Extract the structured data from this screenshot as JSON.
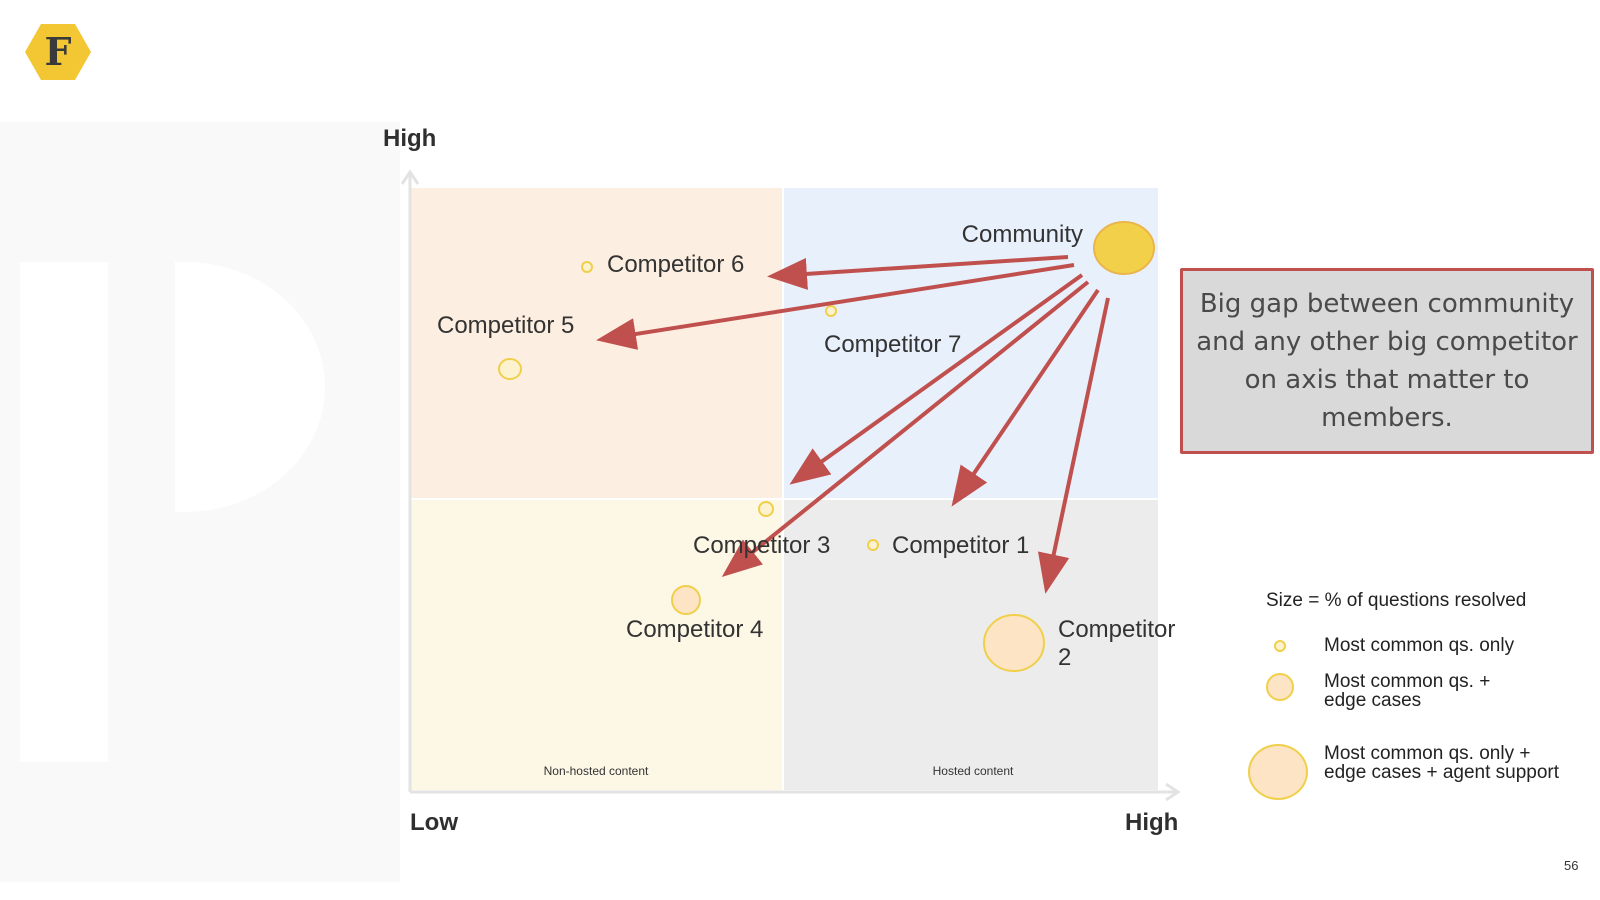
{
  "logo": {
    "letter": "F",
    "color": "#f3c734"
  },
  "axes": {
    "y_high": "High",
    "x_low": "Low",
    "x_high": "High"
  },
  "quadrants": {
    "bottom_left_label": "Non-hosted content",
    "bottom_right_label": "Hosted content",
    "colors": {
      "top_left": "#fcefe1",
      "top_right": "#e8f0fc",
      "bottom_left": "#fdf7e6",
      "bottom_right": "#ececec"
    }
  },
  "nodes": {
    "community": "Community",
    "competitor_1": "Competitor 1",
    "competitor_2_line1": "Competitor",
    "competitor_2_line2": "2",
    "competitor_3": "Competitor 3",
    "competitor_4": "Competitor 4",
    "competitor_5": "Competitor 5",
    "competitor_6": "Competitor 6",
    "competitor_7": "Competitor 7"
  },
  "arrow_color": "#c0504d",
  "callout": {
    "text": "Big gap between community and any other big competitor on axis that matter to members."
  },
  "legend": {
    "title": "Size = % of questions resolved",
    "small": "Most common qs. only",
    "medium": "Most common qs. + edge cases",
    "large": "Most common qs. only + edge cases + agent support"
  },
  "page_number": "56"
}
